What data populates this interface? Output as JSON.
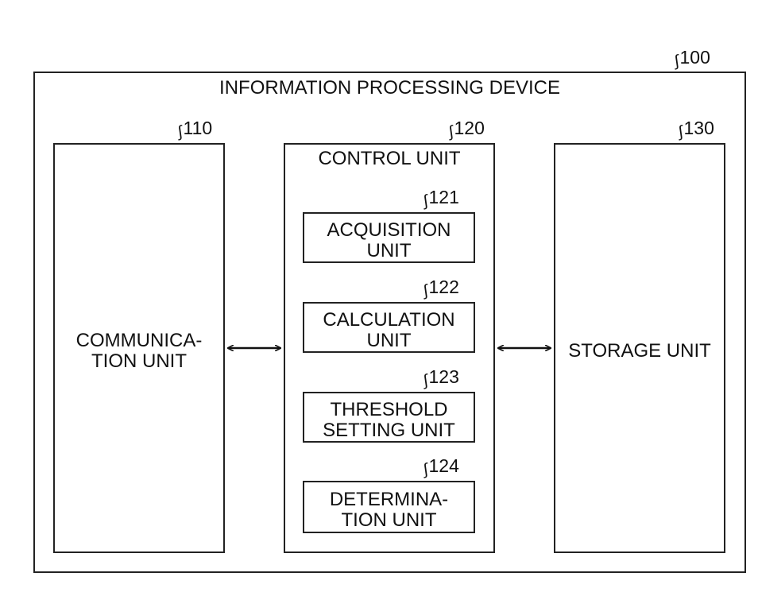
{
  "device": {
    "title": "INFORMATION PROCESSING DEVICE",
    "ref": "100"
  },
  "communication_unit": {
    "line1": "COMMUNICA-",
    "line2": "TION UNIT",
    "ref": "110"
  },
  "control_unit": {
    "title": "CONTROL UNIT",
    "ref": "120",
    "sub_units": [
      {
        "line1": "ACQUISITION",
        "line2": "UNIT",
        "ref": "121"
      },
      {
        "line1": "CALCULATION",
        "line2": "UNIT",
        "ref": "122"
      },
      {
        "line1": "THRESHOLD",
        "line2": "SETTING UNIT",
        "ref": "123"
      },
      {
        "line1": "DETERMINA-",
        "line2": "TION UNIT",
        "ref": "124"
      }
    ]
  },
  "storage_unit": {
    "label": "STORAGE UNIT",
    "ref": "130"
  }
}
